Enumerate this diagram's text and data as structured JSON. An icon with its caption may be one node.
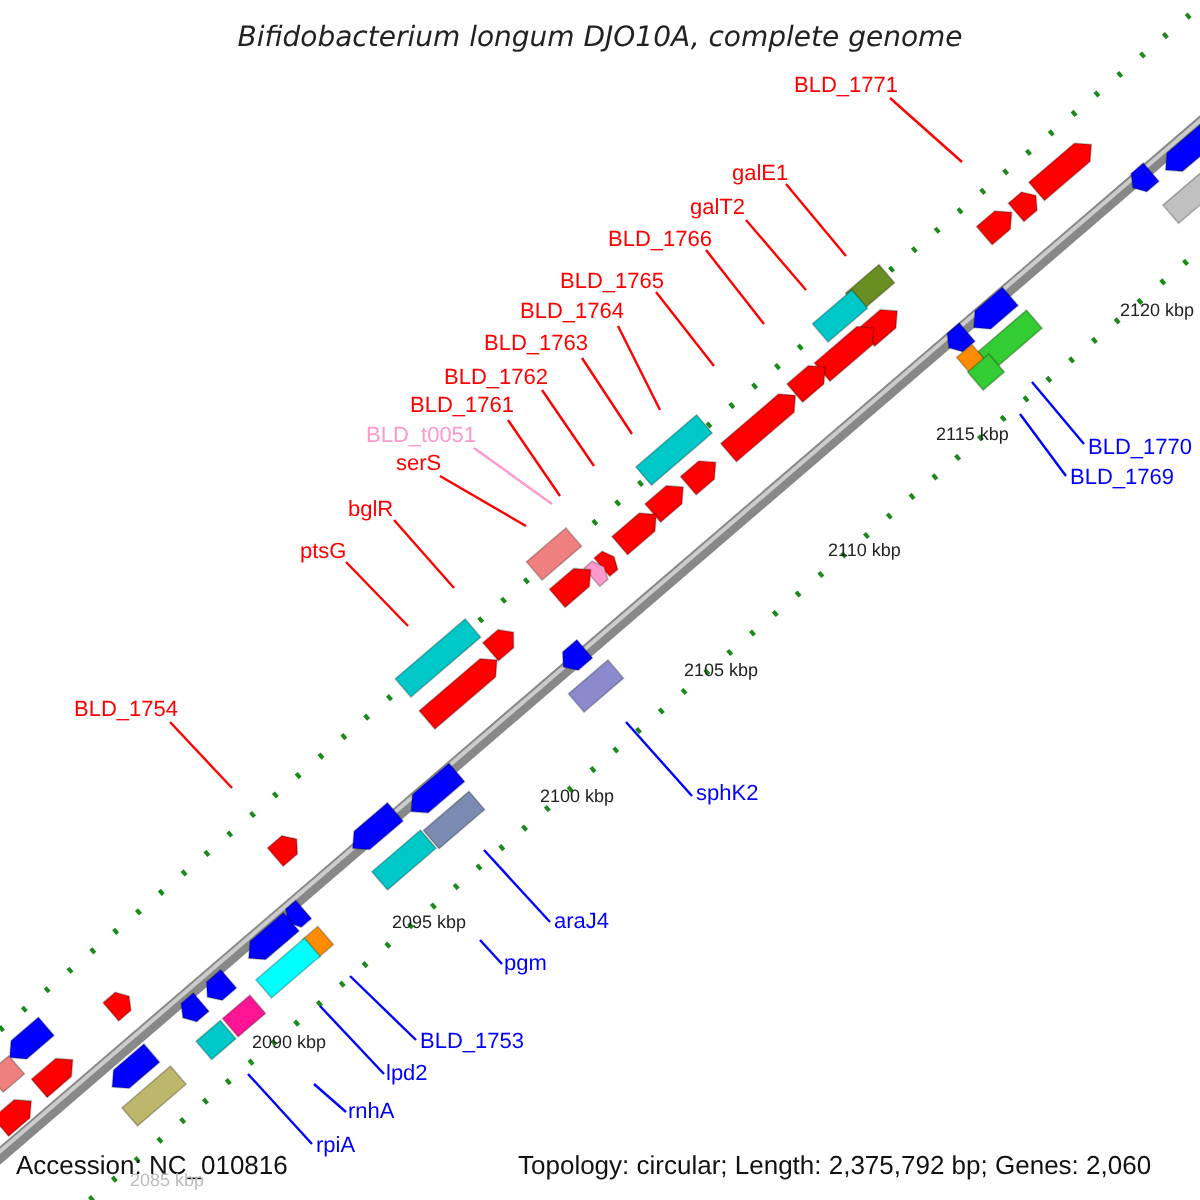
{
  "diagram": {
    "title": "Bifidobacterium longum DJO10A, complete genome",
    "nodes": [
      {
        "text": [
          "BLD_1771"
        ]
      },
      {
        "text": [
          "galE1"
        ]
      },
      {
        "text": [
          "galT2"
        ]
      },
      {
        "text": [
          "BLD_1766"
        ]
      },
      {
        "text": [
          "BLD_1765"
        ]
      },
      {
        "text": [
          "BLD_1764"
        ]
      },
      {
        "text": [
          "BLD_1763"
        ]
      },
      {
        "text": [
          "BLD_1762"
        ]
      },
      {
        "text": [
          "BLD_1761"
        ]
      },
      {
        "text": [
          "BLD_t0051"
        ]
      },
      {
        "text": [
          "BLD_1770"
        ]
      },
      {
        "text": [
          "serS"
        ]
      },
      {
        "text": [
          "BLD_1769"
        ]
      },
      {
        "text": [
          "bglR"
        ]
      },
      {
        "text": [
          "ptsG"
        ]
      },
      {
        "text": [
          "BLD_1754"
        ]
      },
      {
        "text": [
          "sphK2"
        ]
      },
      {
        "text": [
          "araJ4"
        ]
      },
      {
        "text": [
          "pgm"
        ]
      },
      {
        "text": [
          "BLD_1753"
        ]
      },
      {
        "text": [
          "lpd2"
        ]
      },
      {
        "text": [
          "rnhA"
        ]
      },
      {
        "text": [
          "rpiA"
        ]
      }
    ],
    "edges": [
      {
        "from": 0,
        "to": null,
        "arrow": "none"
      },
      {
        "from": 1,
        "to": null,
        "arrow": "none"
      },
      {
        "from": 2,
        "to": null,
        "arrow": "none"
      },
      {
        "from": 3,
        "to": null,
        "arrow": "none"
      },
      {
        "from": 4,
        "to": null,
        "arrow": "none"
      },
      {
        "from": 5,
        "to": null,
        "arrow": "none"
      },
      {
        "from": 6,
        "to": null,
        "arrow": "none"
      },
      {
        "from": 7,
        "to": null,
        "arrow": "none"
      },
      {
        "from": 8,
        "to": null,
        "arrow": "none"
      },
      {
        "from": 9,
        "to": null,
        "arrow": "none",
        "color": "#ff99cc"
      },
      {
        "from": 10,
        "to": null,
        "arrow": "none",
        "color": "#0000ff"
      },
      {
        "from": 11,
        "to": null,
        "arrow": "none"
      },
      {
        "from": 12,
        "to": null,
        "arrow": "none",
        "color": "#0000ff"
      },
      {
        "from": 13,
        "to": null,
        "arrow": "none"
      },
      {
        "from": 14,
        "to": null,
        "arrow": "none"
      },
      {
        "from": 15,
        "to": null,
        "arrow": "none"
      },
      {
        "from": 16,
        "to": null,
        "arrow": "none",
        "color": "#0000ff"
      },
      {
        "from": 17,
        "to": null,
        "arrow": "none",
        "color": "#0000ff"
      },
      {
        "from": 18,
        "to": null,
        "arrow": "none",
        "color": "#0000ff"
      },
      {
        "from": 19,
        "to": null,
        "arrow": "none",
        "color": "#0000ff"
      },
      {
        "from": 20,
        "to": null,
        "arrow": "none",
        "color": "#0000ff"
      },
      {
        "from": 21,
        "to": null,
        "arrow": "none",
        "color": "#0000ff"
      },
      {
        "from": 22,
        "to": null,
        "arrow": "none",
        "color": "#0000ff"
      }
    ],
    "labels": [
      "2120 kbp",
      "2115 kbp",
      "2110 kbp",
      "2105 kbp",
      "2100 kbp",
      "2095 kbp",
      "2090 kbp",
      "Accession: NC_010816",
      "Topology: circular; Length: 2,375,792 bp; Genes: 2,060",
      "2085 kbp"
    ]
  }
}
